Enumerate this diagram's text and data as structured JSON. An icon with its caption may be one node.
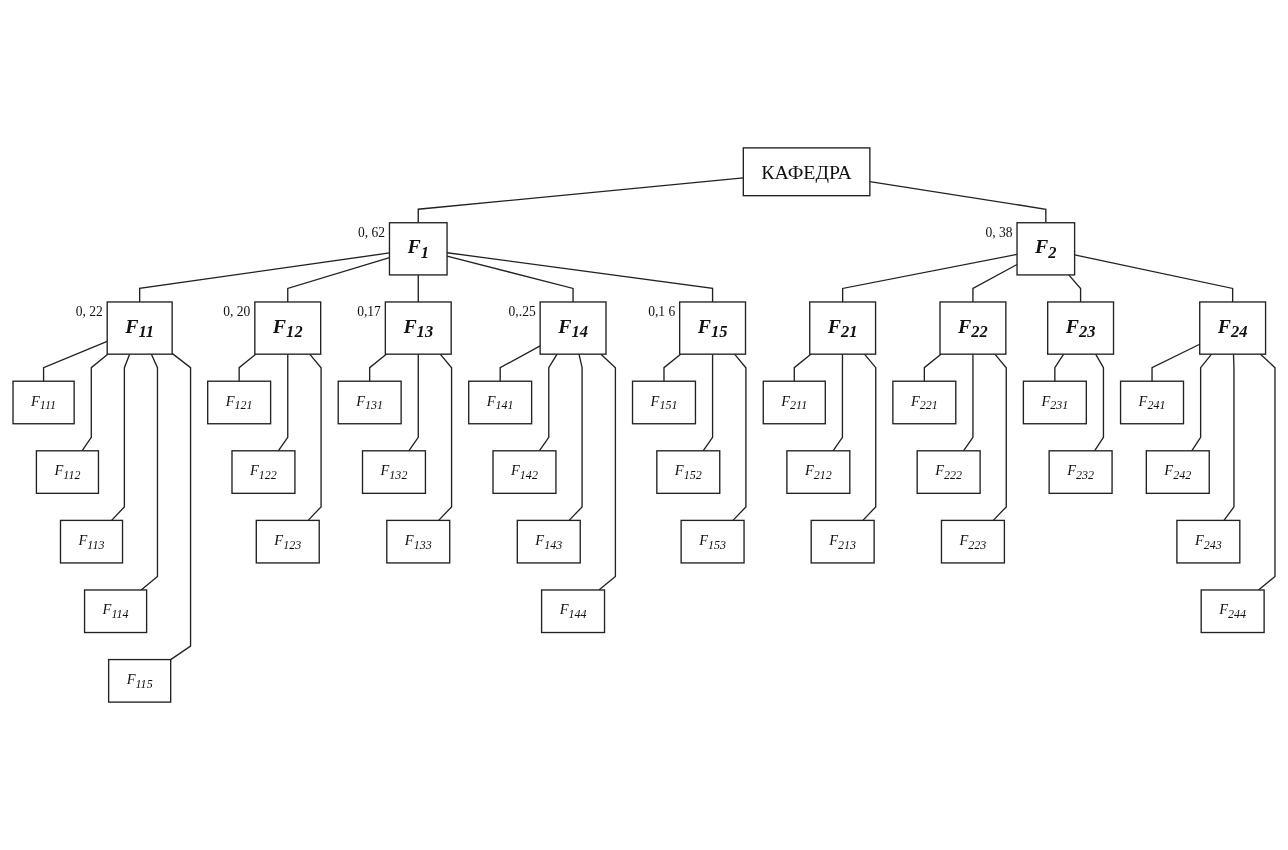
{
  "diagram": {
    "nodes": [
      {
        "text": [
          "КАФЕДРА"
        ]
      },
      {
        "text": [
          "F$_{1}$"
        ],
        "beside": [
          "0, 62"
        ]
      },
      {
        "text": [
          "F$_{2}$"
        ],
        "beside": [
          "0, 38"
        ]
      },
      {
        "text": [
          "F$_{11}$"
        ],
        "beside": [
          "0, 22"
        ]
      },
      {
        "text": [
          "F$_{12}$"
        ],
        "beside": [
          "0, 20"
        ]
      },
      {
        "text": [
          "F$_{13}$"
        ],
        "beside": [
          "0,17"
        ]
      },
      {
        "text": [
          "F$_{14}$"
        ],
        "beside": [
          "0,.25"
        ]
      },
      {
        "text": [
          "F$_{15}$"
        ],
        "beside": [
          "0,1 6"
        ]
      },
      {
        "text": [
          "F$_{21}$"
        ]
      },
      {
        "text": [
          "F$_{22}$"
        ]
      },
      {
        "text": [
          "F$_{23}$"
        ]
      },
      {
        "text": [
          "F$_{24}$"
        ]
      },
      {
        "text": [
          "F$_{111}$"
        ]
      },
      {
        "text": [
          "F$_{112}$"
        ]
      },
      {
        "text": [
          "F$_{113}$"
        ]
      },
      {
        "text": [
          "F$_{114}$"
        ]
      },
      {
        "text": [
          "F$_{115}$"
        ]
      },
      {
        "text": [
          "F$_{121}$"
        ]
      },
      {
        "text": [
          "F$_{122}$"
        ]
      },
      {
        "text": [
          "F$_{123}$"
        ]
      },
      {
        "text": [
          "F$_{131}$"
        ]
      },
      {
        "text": [
          "F$_{132}$"
        ]
      },
      {
        "text": [
          "F$_{133}$"
        ]
      },
      {
        "text": [
          "F$_{141}$"
        ]
      },
      {
        "text": [
          "F$_{142}$"
        ]
      },
      {
        "text": [
          "F$_{143}$"
        ]
      },
      {
        "text": [
          "F$_{144}$"
        ]
      },
      {
        "text": [
          "F$_{151}$"
        ]
      },
      {
        "text": [
          "F$_{152}$"
        ]
      },
      {
        "text": [
          "F$_{153}$"
        ]
      },
      {
        "text": [
          "F$_{211}$"
        ]
      },
      {
        "text": [
          "F$_{212}$"
        ]
      },
      {
        "text": [
          "F$_{213}$"
        ]
      },
      {
        "text": [
          "F$_{221}$"
        ]
      },
      {
        "text": [
          "F$_{222}$"
        ]
      },
      {
        "text": [
          "F$_{223}$"
        ]
      },
      {
        "text": [
          "F$_{231}$"
        ]
      },
      {
        "text": [
          "F$_{232}$"
        ]
      },
      {
        "text": [
          "F$_{241}$"
        ]
      },
      {
        "text": [
          "F$_{242}$"
        ]
      },
      {
        "text": [
          "F$_{243}$"
        ]
      },
      {
        "text": [
          "F$_{244}$"
        ]
      }
    ],
    "edges": [
      {
        "from": 0,
        "to": 1,
        "arrow": "none"
      },
      {
        "from": 0,
        "to": 2,
        "arrow": "none"
      },
      {
        "from": 1,
        "to": 3,
        "arrow": "none"
      },
      {
        "from": 1,
        "to": 4,
        "arrow": "none"
      },
      {
        "from": 1,
        "to": 5,
        "arrow": "none"
      },
      {
        "from": 1,
        "to": 6,
        "arrow": "none"
      },
      {
        "from": 1,
        "to": 7,
        "arrow": "none"
      },
      {
        "from": 2,
        "to": 8,
        "arrow": "none"
      },
      {
        "from": 2,
        "to": 9,
        "arrow": "none"
      },
      {
        "from": 2,
        "to": 10,
        "arrow": "none"
      },
      {
        "from": 2,
        "to": 11,
        "arrow": "none"
      },
      {
        "from": 3,
        "to": 12,
        "arrow": "none"
      },
      {
        "from": 3,
        "to": 13,
        "arrow": "none"
      },
      {
        "from": 3,
        "to": 14,
        "arrow": "none"
      },
      {
        "from": 3,
        "to": 15,
        "arrow": "none"
      },
      {
        "from": 3,
        "to": 16,
        "arrow": "none"
      },
      {
        "from": 4,
        "to": 17,
        "arrow": "none"
      },
      {
        "from": 4,
        "to": 18,
        "arrow": "none"
      },
      {
        "from": 4,
        "to": 19,
        "arrow": "none"
      },
      {
        "from": 5,
        "to": 20,
        "arrow": "none"
      },
      {
        "from": 5,
        "to": 21,
        "arrow": "none"
      },
      {
        "from": 5,
        "to": 22,
        "arrow": "none"
      },
      {
        "from": 6,
        "to": 23,
        "arrow": "none"
      },
      {
        "from": 6,
        "to": 24,
        "arrow": "none"
      },
      {
        "from": 6,
        "to": 25,
        "arrow": "none"
      },
      {
        "from": 6,
        "to": 26,
        "arrow": "none"
      },
      {
        "from": 7,
        "to": 27,
        "arrow": "none"
      },
      {
        "from": 7,
        "to": 28,
        "arrow": "none"
      },
      {
        "from": 7,
        "to": 29,
        "arrow": "none"
      },
      {
        "from": 8,
        "to": 30,
        "arrow": "none"
      },
      {
        "from": 8,
        "to": 31,
        "arrow": "none"
      },
      {
        "from": 8,
        "to": 32,
        "arrow": "none"
      },
      {
        "from": 9,
        "to": 33,
        "arrow": "none"
      },
      {
        "from": 9,
        "to": 34,
        "arrow": "none"
      },
      {
        "from": 9,
        "to": 35,
        "arrow": "none"
      },
      {
        "from": 10,
        "to": 36,
        "arrow": "none"
      },
      {
        "from": 10,
        "to": 37,
        "arrow": "none"
      },
      {
        "from": 11,
        "to": 38,
        "arrow": "none"
      },
      {
        "from": 11,
        "to": 39,
        "arrow": "none"
      },
      {
        "from": 11,
        "to": 40,
        "arrow": "none"
      },
      {
        "from": 11,
        "to": 41,
        "arrow": "none"
      }
    ]
  }
}
